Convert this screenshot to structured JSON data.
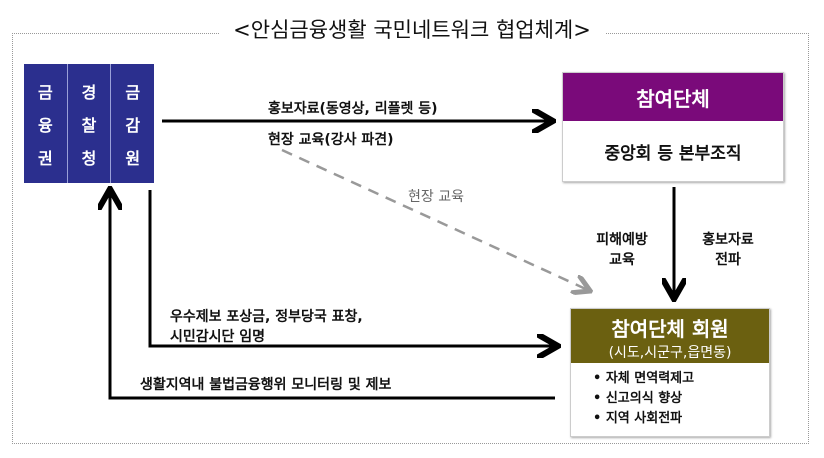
{
  "title": "<안심금융생활 국민네트워크 협업체계>",
  "agencies": [
    {
      "chars": [
        "금",
        "융",
        "권"
      ]
    },
    {
      "chars": [
        "경",
        "찰",
        "청"
      ]
    },
    {
      "chars": [
        "금",
        "감",
        "원"
      ]
    }
  ],
  "org": {
    "header": "참여단체",
    "body": "중앙회 등 본부조직"
  },
  "members": {
    "header": "참여단체 회원",
    "sub": "(시도,시군구,읍면동)",
    "bullets": [
      "자체 면역력제고",
      "신고의식 향상",
      "지역 사회전파"
    ]
  },
  "arrows": {
    "top_1": "홍보자료(동영상, 리플렛 등)",
    "top_2": "현장 교육(강사 파견)",
    "dashed": "현장 교육",
    "down_left_1": "피해예방",
    "down_left_2": "교육",
    "down_right_1": "홍보자료",
    "down_right_2": "전파",
    "reward_1": "우수제보 포상금, 정부당국 표창,",
    "reward_2": "시민감시단 임명",
    "report": "생활지역내 불법금융행위 모니터링 및 제보"
  },
  "colors": {
    "agency": "#2b2f8e",
    "org": "#7a0a7a",
    "members": "#6b6010"
  }
}
